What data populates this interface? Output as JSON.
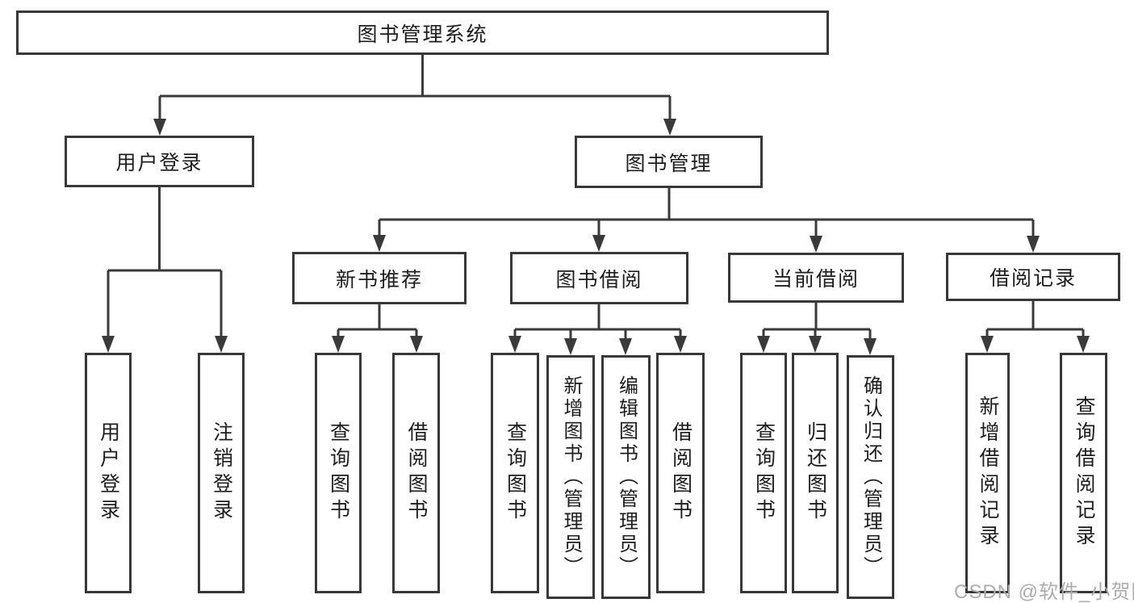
{
  "tree": {
    "root": {
      "label": "图书管理系统"
    },
    "branches": [
      {
        "label": "用户登录",
        "children": [
          "用户登录",
          "注销登录"
        ]
      },
      {
        "label": "图书管理",
        "children": [
          {
            "label": "新书推荐",
            "children": [
              "查询图书",
              "借阅图书"
            ]
          },
          {
            "label": "图书借阅",
            "children": [
              "查询图书",
              "新增图书（管理员）",
              "编辑图书（管理员）",
              "借阅图书"
            ]
          },
          {
            "label": "当前借阅",
            "children": [
              "查询图书",
              "归还图书",
              "确认归还（管理员）"
            ]
          },
          {
            "label": "借阅记录",
            "children": [
              "新增借阅记录",
              "查询借阅记录"
            ]
          }
        ]
      }
    ]
  },
  "watermark": {
    "text": "CSDN @软件_小贺同学"
  },
  "colors": {
    "line": "#3a3a3a",
    "box_border": "#383838",
    "text": "#1d1d1d",
    "watermark": "#aeabab",
    "background": "#ffffff"
  }
}
